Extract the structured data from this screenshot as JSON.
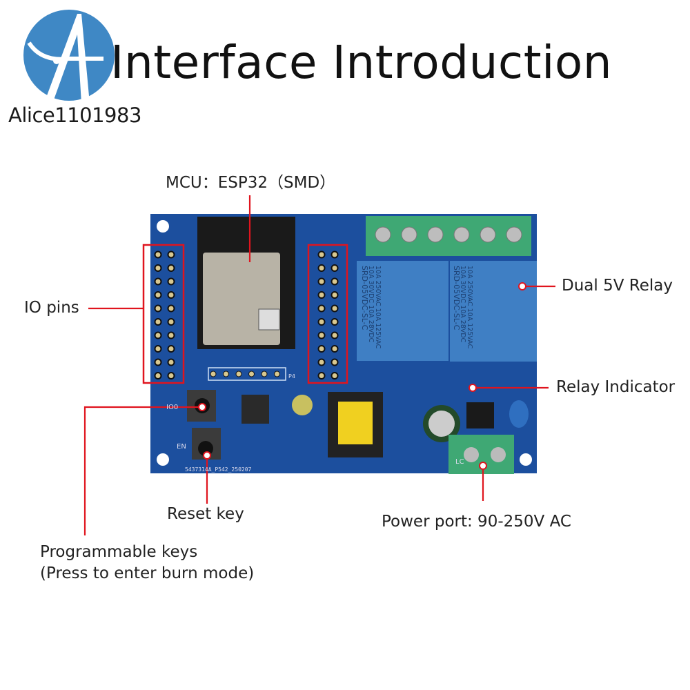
{
  "header": {
    "title": "Interface Introduction"
  },
  "logo": {
    "text": "Alice1101983",
    "color": "#3f88c5"
  },
  "labels": {
    "mcu": "MCU：ESP32（SMD）",
    "io_pins": "IO pins",
    "relay": "Dual 5V Relay",
    "relay_indicator": "Relay Indicator",
    "power_port": "Power port: 90-250V AC",
    "reset_key": "Reset key",
    "programmable_keys_line1": "Programmable keys",
    "programmable_keys_line2": "(Press to enter burn mode)"
  },
  "board": {
    "silkscreen": "5437314A_P542_250207",
    "relay_marking_1": "10A 250VAC 10A 125VAC",
    "relay_marking_2": "10A 30VDC 10A 28VDC",
    "relay_model": "SRD-05VDC-SL-C",
    "button_io0": "IO0",
    "button_en": "EN",
    "header_p4": "P4",
    "lc": "LC"
  },
  "colors": {
    "pcb": "#1c4f9e",
    "callout": "#e0141e",
    "relay": "#3f7fc4",
    "terminal": "#3fa874"
  }
}
